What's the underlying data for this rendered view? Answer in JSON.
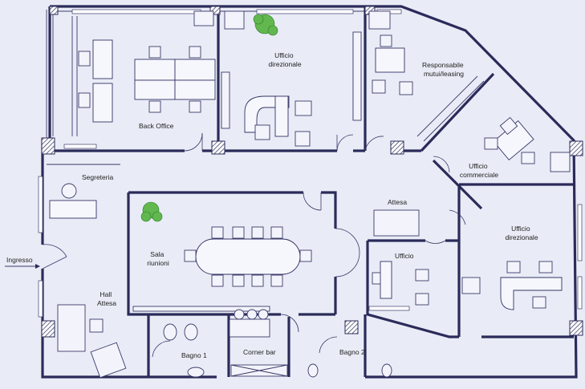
{
  "rooms": {
    "back_office": "Back Office",
    "ufficio_direzionale_top": "Ufficio\ndirezionale",
    "responsabile": "Responsabile\nmutui/leasing",
    "ufficio_commerciale": "Ufficio\ncommerciale",
    "segreteria": "Segreteria",
    "ingresso": "Ingresso",
    "sala_riunioni": "Sala\nriunioni",
    "attesa": "Attesa",
    "ufficio": "Ufficio",
    "ufficio_direzionale_right": "Ufficio\ndirezionale",
    "hall_attesa": "Hall\nAttesa",
    "bagno_1": "Bagno 1",
    "corner_bar": "Corner bar",
    "bagno_2": "Bagno 2"
  },
  "colors": {
    "background": "#e9ecf6",
    "walls": "#2b2b5a",
    "plants": "#62b84e"
  }
}
